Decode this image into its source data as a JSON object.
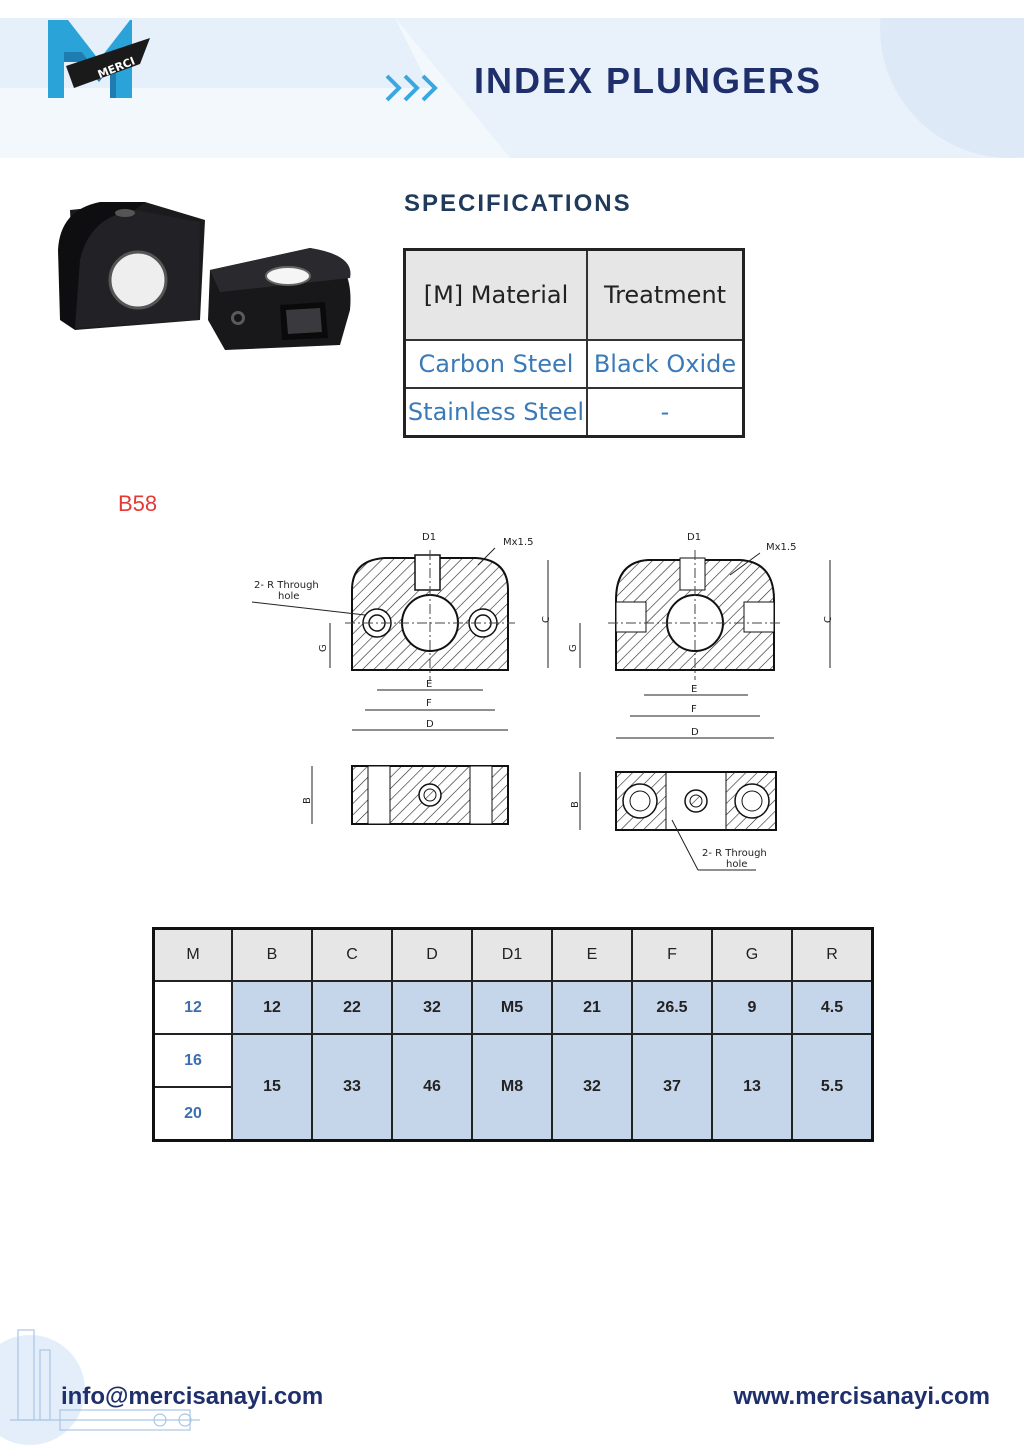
{
  "brand": {
    "logo_text": "MERCI"
  },
  "header": {
    "title": "INDEX PLUNGERS"
  },
  "specifications": {
    "title": "SPECIFICATIONS",
    "headers": [
      "[M] Material",
      "Treatment"
    ],
    "rows": [
      [
        "Carbon Steel",
        "Black Oxide"
      ],
      [
        "Stainless Steel",
        "-"
      ]
    ]
  },
  "product_code": "B58",
  "drawing": {
    "labels": {
      "d1": "D1",
      "thread": "Mx1.5",
      "through_hole": [
        "2- R Through",
        "hole"
      ],
      "c": "C",
      "g": "G",
      "e": "E",
      "f": "F",
      "d": "D",
      "b": "B"
    }
  },
  "dimensions": {
    "headers": [
      "M",
      "B",
      "C",
      "D",
      "D1",
      "E",
      "F",
      "G",
      "R"
    ],
    "rows": [
      {
        "m": "12",
        "values": [
          "12",
          "22",
          "32",
          "M5",
          "21",
          "26.5",
          "9",
          "4.5"
        ]
      },
      {
        "m": "16"
      },
      {
        "m": "20"
      }
    ],
    "merged_values": [
      "15",
      "33",
      "46",
      "M8",
      "32",
      "37",
      "13",
      "5.5"
    ]
  },
  "footer": {
    "email": "info@mercisanayi.com",
    "website": "www.mercisanayi.com"
  },
  "colors": {
    "brand_navy": "#1f2f6b",
    "band_blue": "#e8f1fa",
    "table_value_blue": "#c6d6ea",
    "link_blue": "#3a7ab8",
    "code_red": "#e53935"
  }
}
